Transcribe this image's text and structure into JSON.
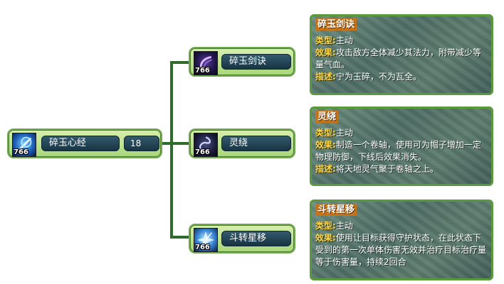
{
  "root": {
    "icon_name": "jade-sword-scripture-icon",
    "badge": "766",
    "name": "碎玉心经",
    "level": "18"
  },
  "branches": [
    {
      "icon_name": "sword-slash-icon",
      "badge": "766",
      "name": "碎玉剑诀",
      "tooltip": {
        "title": "碎玉剑诀",
        "type_key": "类型:",
        "type_val": "主动",
        "effect_key": "效果:",
        "effect_val": "攻击敌方全体减少其法力，附带减少等量气血。",
        "desc_key": "描述:",
        "desc_val": "宁为玉碎，不为瓦全。"
      }
    },
    {
      "icon_name": "spirit-coil-icon",
      "badge": "766",
      "name": "灵绕",
      "tooltip": {
        "title": "灵绕",
        "type_key": "类型:",
        "type_val": "主动",
        "effect_key": "效果:",
        "effect_val": "制造一个卷轴，使用可为帽子增加一定物理防御，下线后效果消失。",
        "desc_key": "描述:",
        "desc_val": "将天地灵气聚于卷轴之上。"
      }
    },
    {
      "icon_name": "star-shift-icon",
      "badge": "766",
      "name": "斗转星移",
      "tooltip": {
        "title": "斗转星移",
        "type_key": "类型:",
        "type_val": "主动",
        "effect_key": "效果:",
        "effect_val": "使用让目标获得守护状态，在此状态下受到的第一次单体伤害无效并治疗目标治疗量等于伤害量，持续2回合"
      }
    }
  ],
  "colors": {
    "connector": "#2f6b2a",
    "tooltip_border": "#5a9a3c",
    "key_text": "#ffd64a",
    "title_bg": "#c67318"
  }
}
